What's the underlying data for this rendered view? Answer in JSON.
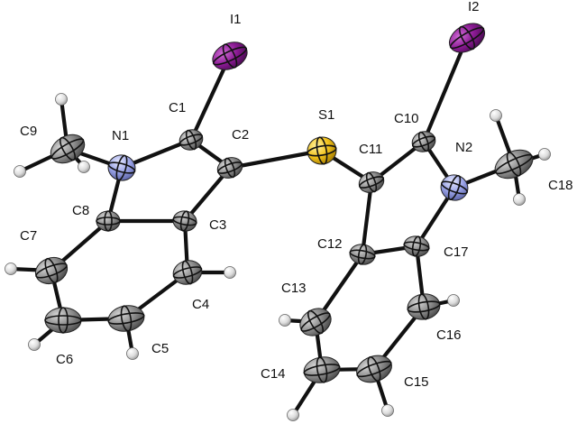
{
  "colors": {
    "iodine": "#8a1a93",
    "sulfur": "#f2c21b",
    "nitrogen": "#9aa3e6",
    "carbon": "#8c8c8c",
    "hydrogen": "#dcdcdc",
    "bond": "#111111"
  },
  "labels": {
    "I1": "I1",
    "I2": "I2",
    "S1": "S1",
    "N1": "N1",
    "N2": "N2",
    "C1": "C1",
    "C2": "C2",
    "C3": "C3",
    "C4": "C4",
    "C5": "C5",
    "C6": "C6",
    "C7": "C7",
    "C8": "C8",
    "C9": "C9",
    "C10": "C10",
    "C11": "C11",
    "C12": "C12",
    "C13": "C13",
    "C14": "C14",
    "C15": "C15",
    "C16": "C16",
    "C17": "C17",
    "C18": "C18"
  }
}
